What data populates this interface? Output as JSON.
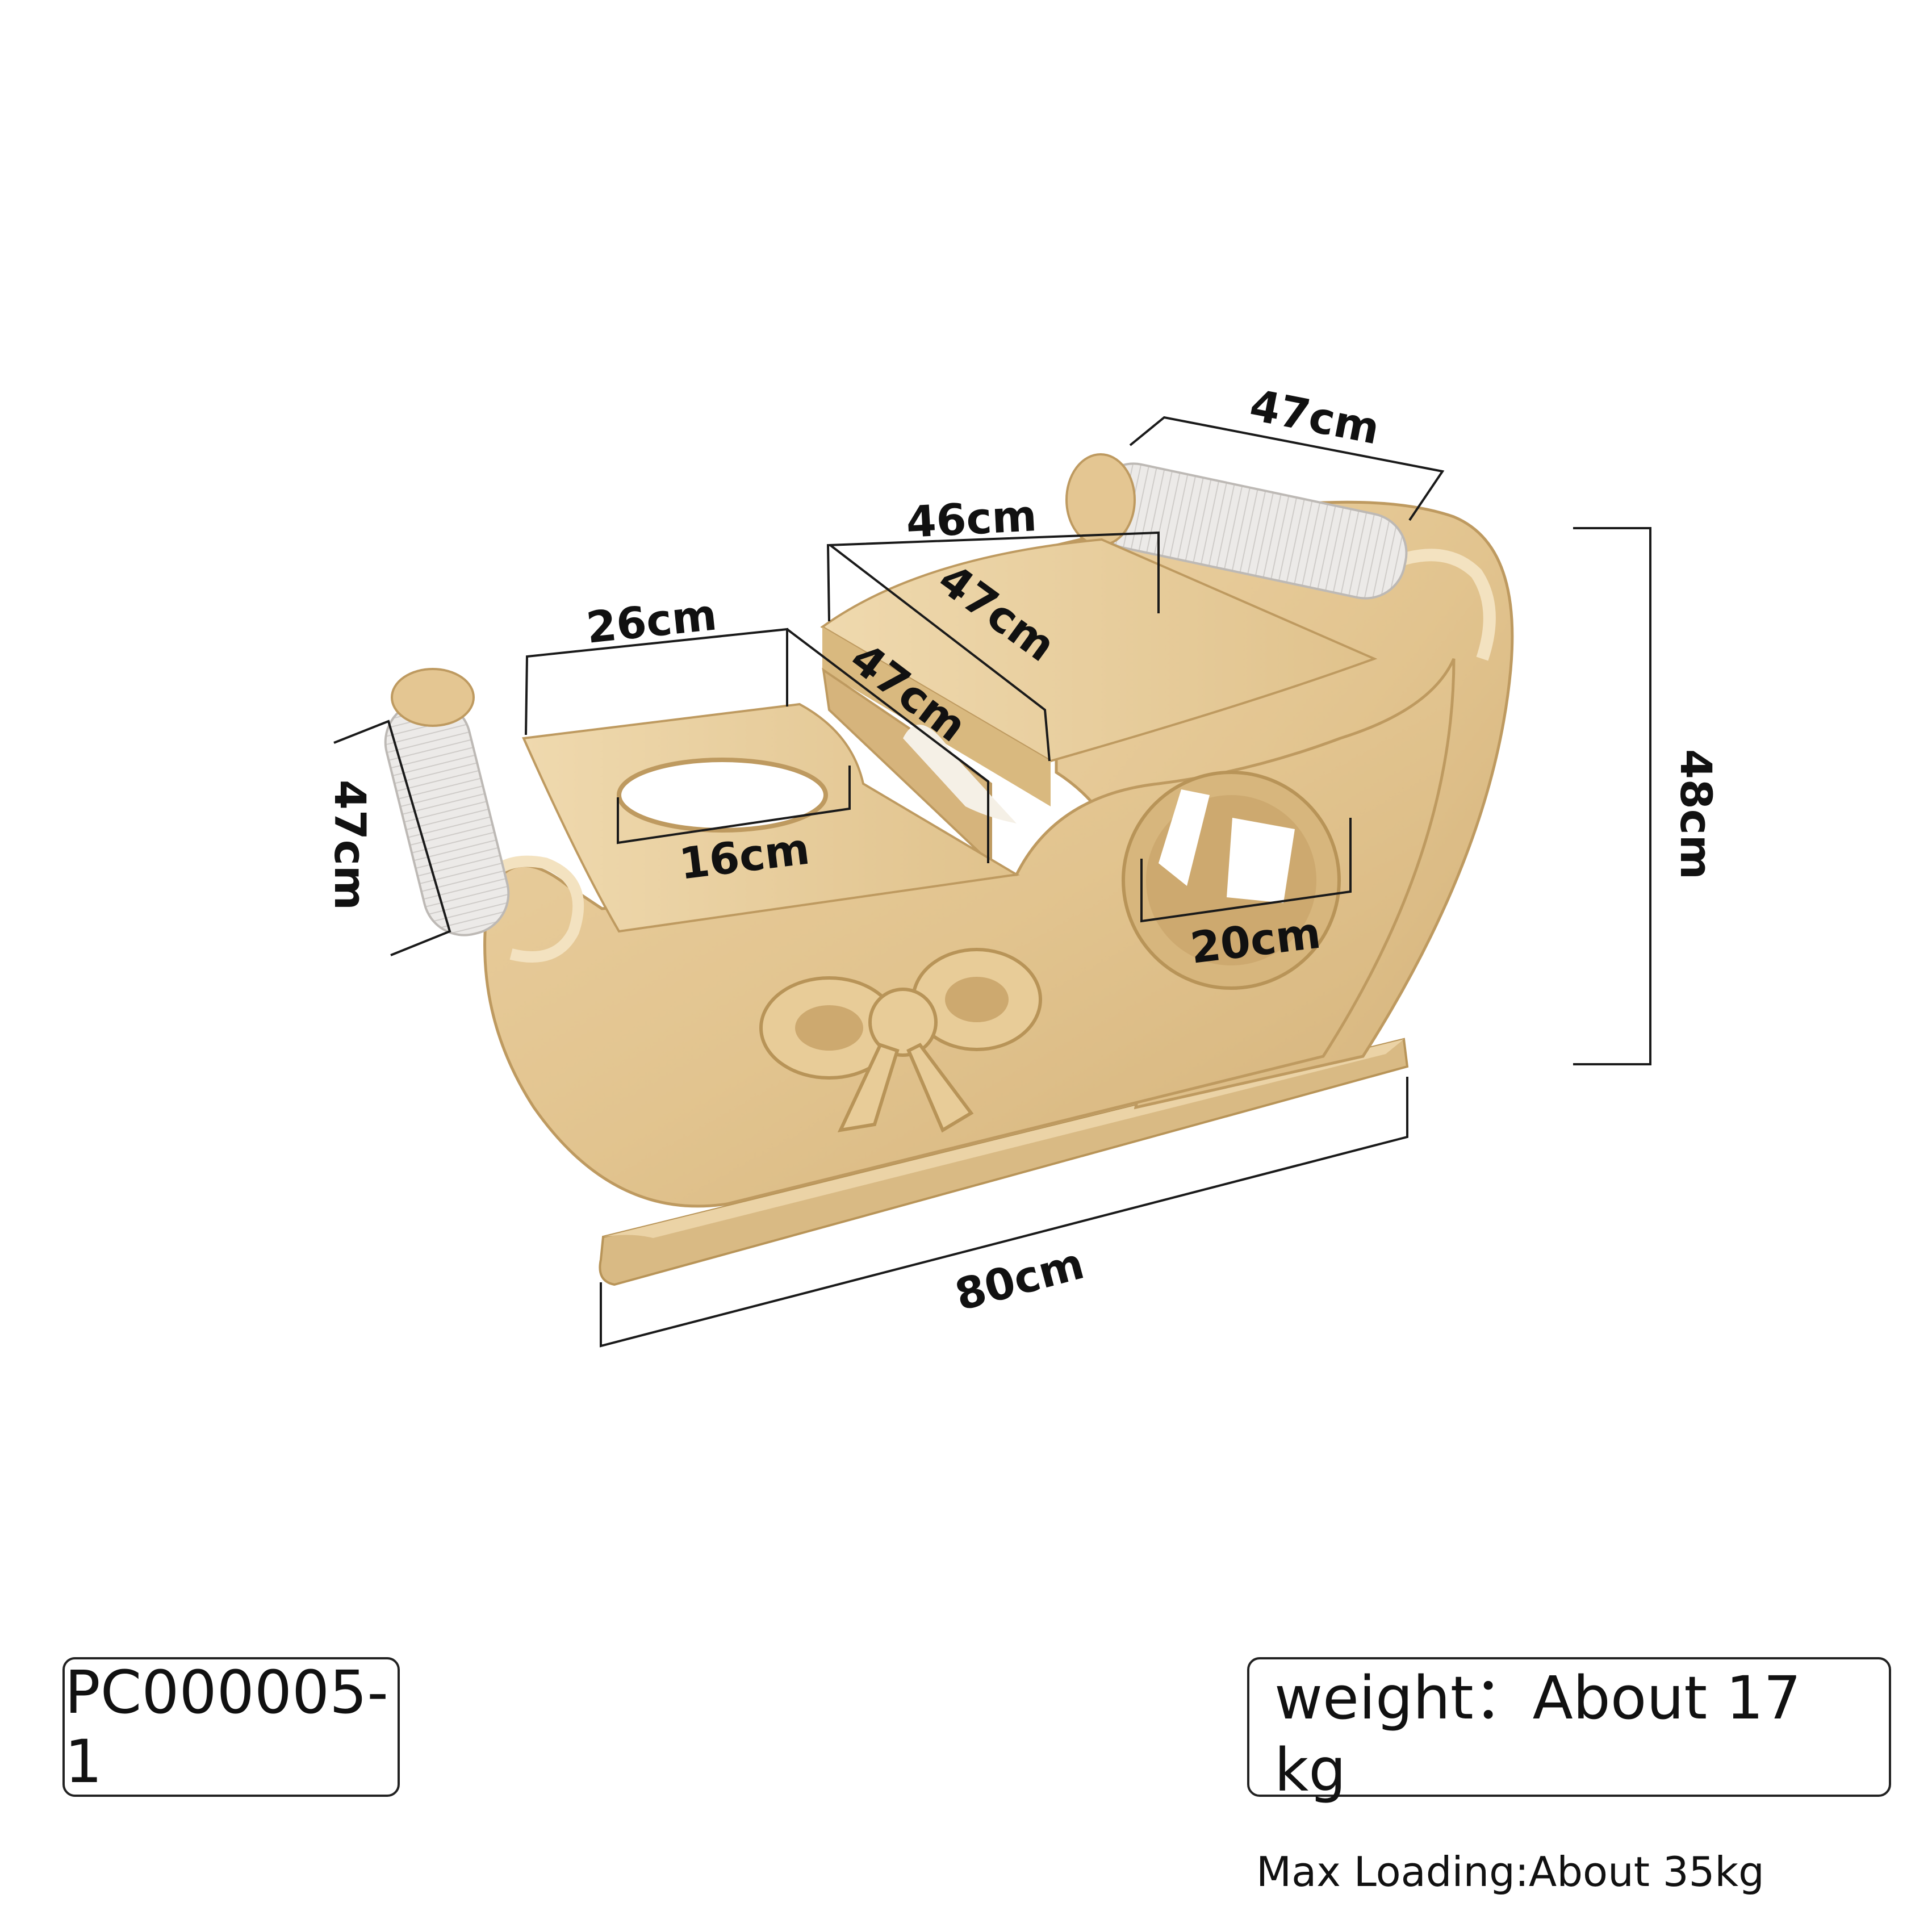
{
  "dimensions": {
    "back_scratcher_width": "47cm",
    "upper_platform_width": "46cm",
    "upper_platform_depth": "47cm",
    "lower_platform_width": "26cm",
    "middle_depth": "47cm",
    "front_scratcher_length": "47cm",
    "top_hole_diameter": "16cm",
    "side_hole_diameter": "20cm",
    "total_height": "48cm",
    "total_length": "80cm"
  },
  "product": {
    "code": "PC000005-1",
    "weight": "weight：About 17 kg",
    "max_loading": "Max Loading:About 35kg"
  },
  "colors": {
    "wood": "#E2C48F",
    "wood_dark": "#C9A56A",
    "wood_edge": "#F0DCB4",
    "sisal": "#E6E4E2",
    "line": "#1A1A1A"
  }
}
